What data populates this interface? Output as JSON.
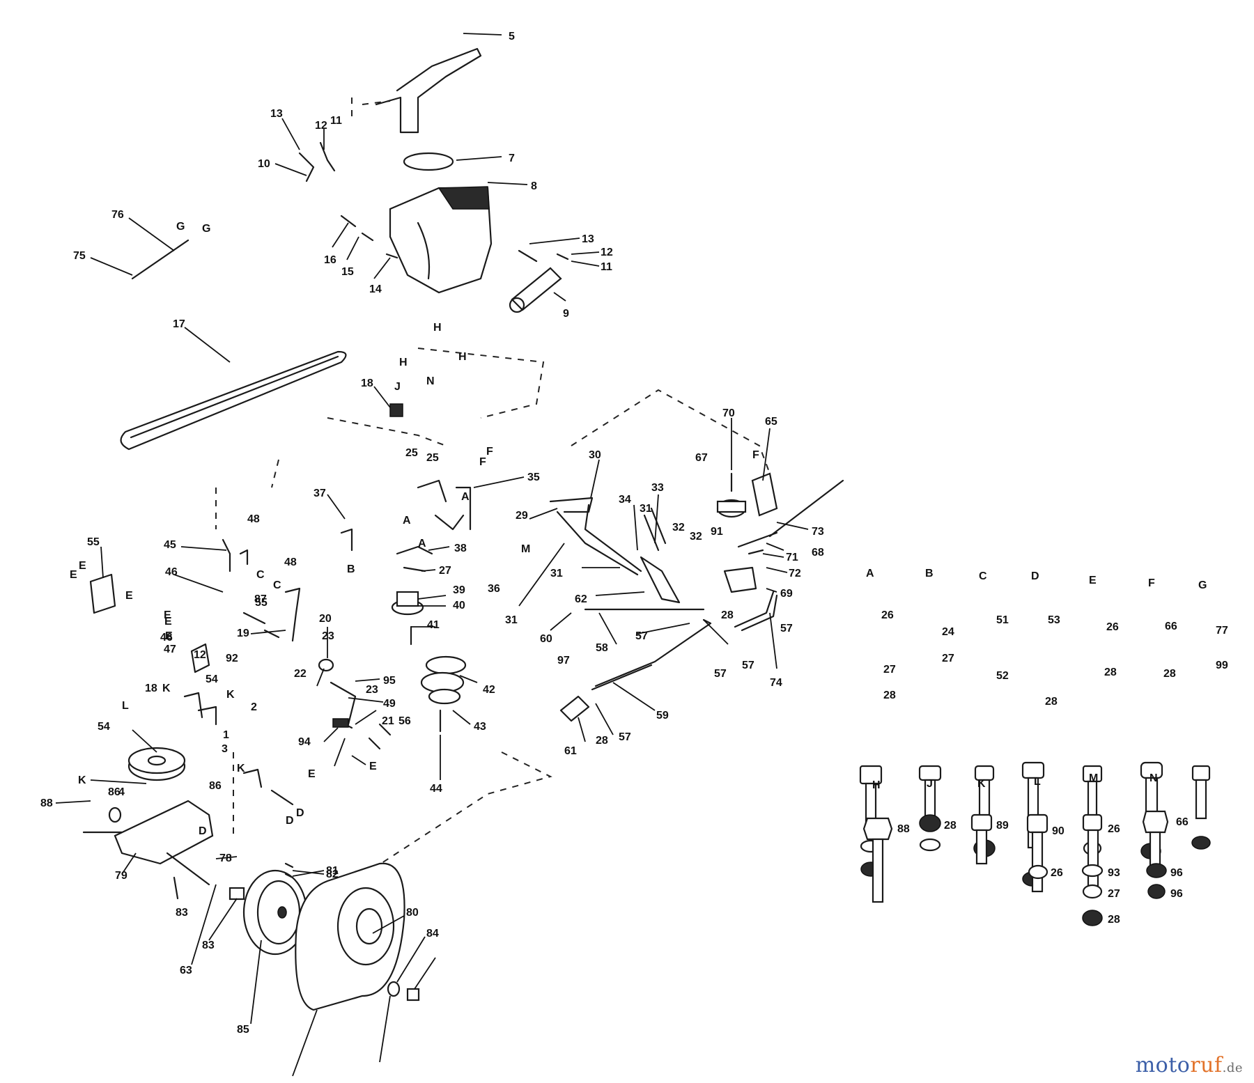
{
  "parts": [
    {
      "label": "5"
    },
    {
      "label": "7"
    },
    {
      "label": "8"
    },
    {
      "label": "13"
    },
    {
      "label": "12"
    },
    {
      "label": "11"
    },
    {
      "label": "10"
    },
    {
      "label": "76"
    },
    {
      "label": "G"
    },
    {
      "label": "G"
    },
    {
      "label": "75"
    },
    {
      "label": "16"
    },
    {
      "label": "15"
    },
    {
      "label": "14"
    },
    {
      "label": "13"
    },
    {
      "label": "12"
    },
    {
      "label": "11"
    },
    {
      "label": "9"
    },
    {
      "label": "17"
    },
    {
      "label": "H"
    },
    {
      "label": "H"
    },
    {
      "label": "H"
    },
    {
      "label": "N"
    },
    {
      "label": "J"
    },
    {
      "label": "18"
    },
    {
      "label": "F"
    },
    {
      "label": "F"
    },
    {
      "label": "25"
    },
    {
      "label": "25"
    },
    {
      "label": "35"
    },
    {
      "label": "A"
    },
    {
      "label": "A"
    },
    {
      "label": "A"
    },
    {
      "label": "37"
    },
    {
      "label": "B"
    },
    {
      "label": "38"
    },
    {
      "label": "27"
    },
    {
      "label": "36"
    },
    {
      "label": "M"
    },
    {
      "label": "39"
    },
    {
      "label": "40"
    },
    {
      "label": "41"
    },
    {
      "label": "42"
    },
    {
      "label": "43"
    },
    {
      "label": "44"
    },
    {
      "label": "30"
    },
    {
      "label": "29"
    },
    {
      "label": "34"
    },
    {
      "label": "31"
    },
    {
      "label": "33"
    },
    {
      "label": "32"
    },
    {
      "label": "32"
    },
    {
      "label": "31"
    },
    {
      "label": "31"
    },
    {
      "label": "62"
    },
    {
      "label": "60"
    },
    {
      "label": "58"
    },
    {
      "label": "57"
    },
    {
      "label": "57"
    },
    {
      "label": "57"
    },
    {
      "label": "57"
    },
    {
      "label": "59"
    },
    {
      "label": "97"
    },
    {
      "label": "28"
    },
    {
      "label": "61"
    },
    {
      "label": "57"
    },
    {
      "label": "28"
    },
    {
      "label": "70"
    },
    {
      "label": "65"
    },
    {
      "label": "67"
    },
    {
      "label": "F"
    },
    {
      "label": "91"
    },
    {
      "label": "73"
    },
    {
      "label": "68"
    },
    {
      "label": "71"
    },
    {
      "label": "72"
    },
    {
      "label": "69"
    },
    {
      "label": "74"
    },
    {
      "label": "55"
    },
    {
      "label": "E"
    },
    {
      "label": "E"
    },
    {
      "label": "E"
    },
    {
      "label": "48"
    },
    {
      "label": "45"
    },
    {
      "label": "C"
    },
    {
      "label": "48"
    },
    {
      "label": "46"
    },
    {
      "label": "C"
    },
    {
      "label": "87"
    },
    {
      "label": "55"
    },
    {
      "label": "E"
    },
    {
      "label": "E"
    },
    {
      "label": "E"
    },
    {
      "label": "47"
    },
    {
      "label": "46"
    },
    {
      "label": "92"
    },
    {
      "label": "12"
    },
    {
      "label": "19"
    },
    {
      "label": "20"
    },
    {
      "label": "23"
    },
    {
      "label": "95"
    },
    {
      "label": "49"
    },
    {
      "label": "22"
    },
    {
      "label": "23"
    },
    {
      "label": "94"
    },
    {
      "label": "21"
    },
    {
      "label": "56"
    },
    {
      "label": "E"
    },
    {
      "label": "E"
    },
    {
      "label": "54"
    },
    {
      "label": "18"
    },
    {
      "label": "K"
    },
    {
      "label": "K"
    },
    {
      "label": "2"
    },
    {
      "label": "1"
    },
    {
      "label": "3"
    },
    {
      "label": "L"
    },
    {
      "label": "54"
    },
    {
      "label": "K"
    },
    {
      "label": "K"
    },
    {
      "label": "86"
    },
    {
      "label": "D"
    },
    {
      "label": "D"
    },
    {
      "label": "88"
    },
    {
      "label": "86"
    },
    {
      "label": "4"
    },
    {
      "label": "D"
    },
    {
      "label": "78"
    },
    {
      "label": "79"
    },
    {
      "label": "83"
    },
    {
      "label": "82"
    },
    {
      "label": "81"
    },
    {
      "label": "63"
    },
    {
      "label": "83"
    },
    {
      "label": "85"
    },
    {
      "label": "80"
    },
    {
      "label": "84"
    }
  ],
  "hardware": [
    {
      "letter": "A",
      "items": [
        "26",
        "27",
        "28"
      ]
    },
    {
      "letter": "B",
      "items": [
        "24",
        "27"
      ]
    },
    {
      "letter": "C",
      "items": [
        "51",
        "52"
      ]
    },
    {
      "letter": "D",
      "items": [
        "53",
        "28"
      ]
    },
    {
      "letter": "E",
      "items": [
        "26",
        "28"
      ]
    },
    {
      "letter": "F",
      "items": [
        "66",
        "28"
      ]
    },
    {
      "letter": "G",
      "items": [
        "77",
        "99"
      ]
    },
    {
      "letter": "H",
      "items": [
        "88"
      ]
    },
    {
      "letter": "J",
      "items": [
        "28"
      ]
    },
    {
      "letter": "K",
      "items": [
        "89"
      ]
    },
    {
      "letter": "L",
      "items": [
        "90",
        "26"
      ]
    },
    {
      "letter": "M",
      "items": [
        "26",
        "93",
        "27",
        "28"
      ]
    },
    {
      "letter": "N",
      "items": [
        "66",
        "96",
        "96"
      ]
    }
  ],
  "watermark": {
    "brand_a": "moto",
    "brand_b": "ruf",
    "suffix": ".de"
  }
}
